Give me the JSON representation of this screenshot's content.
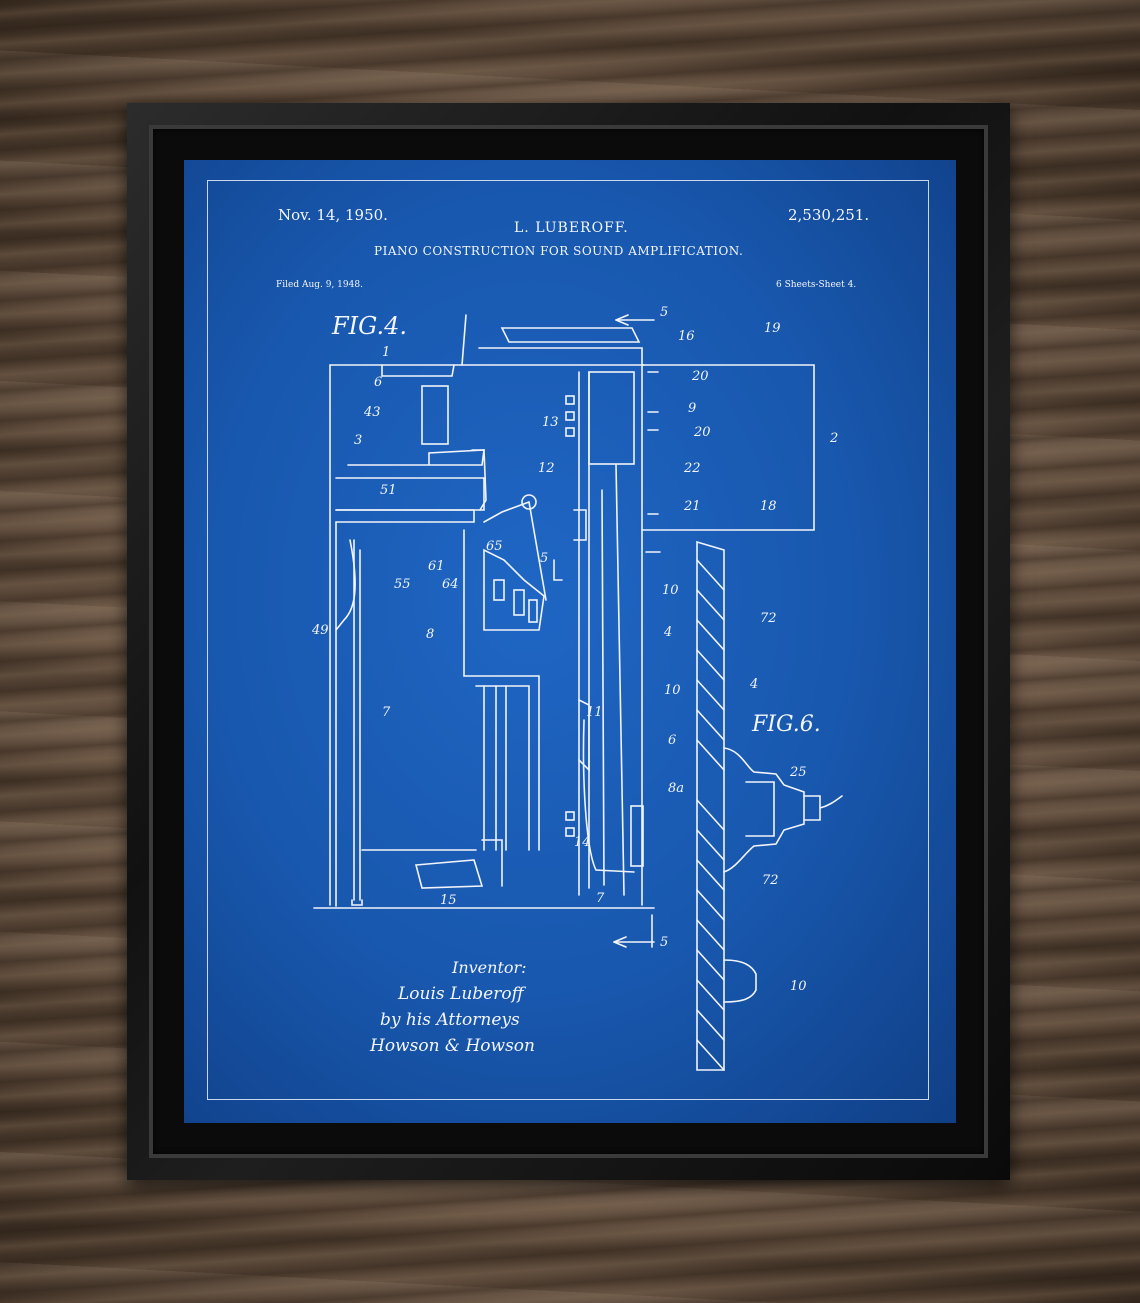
{
  "patent": {
    "date": "Nov. 14, 1950.",
    "inventor_header": "L. LUBEROFF.",
    "number": "2,530,251.",
    "title": "PIANO CONSTRUCTION FOR SOUND AMPLIFICATION.",
    "filed": "Filed Aug. 9, 1948.",
    "sheets": "6 Sheets-Sheet 4."
  },
  "figures": {
    "fig4_label": "FIG.4.",
    "fig6_label": "FIG.6."
  },
  "signature": {
    "line1": "Inventor:",
    "line2": "Louis Luberoff",
    "line3": "by his Attorneys",
    "line4": "Howson & Howson"
  },
  "callouts": {
    "c5_top": "5",
    "c5_bottom": "5",
    "c1": "1",
    "c16": "16",
    "c19": "19",
    "c6": "6",
    "c20a": "20",
    "c43": "43",
    "c9": "9",
    "c13": "13",
    "c20b": "20",
    "c2": "2",
    "c3": "3",
    "c12": "12",
    "c22": "22",
    "c51": "51",
    "c21": "21",
    "c18": "18",
    "c65": "65",
    "c5_mid": "5",
    "c61": "61",
    "c64": "64",
    "c55": "55",
    "c10a": "10",
    "c49": "49",
    "c72a": "72",
    "c8": "8",
    "c4a": "4",
    "c4b": "4",
    "c10b": "10",
    "c7a": "7",
    "c11": "11",
    "c6b": "6",
    "c8a": "8a",
    "c25": "25",
    "c14": "14",
    "c72b": "72",
    "c15": "15",
    "c7b": "7",
    "c10c": "10"
  },
  "colors": {
    "blueprint": "#1857ad",
    "line": "#f3f6fb",
    "frame": "#151515",
    "wood": "#6e5a48"
  }
}
